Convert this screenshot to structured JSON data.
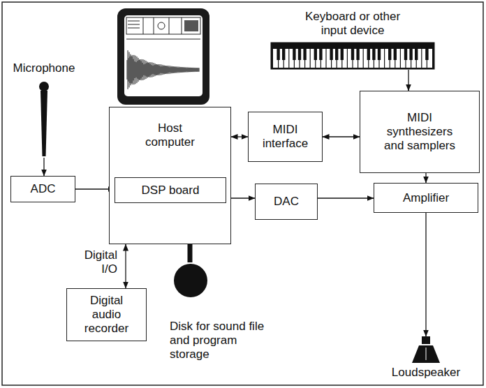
{
  "diagram": {
    "nodes": [
      {
        "text": [
          "Keyboard or other input device"
        ]
      },
      {
        "text": [
          "Microphone"
        ]
      },
      {
        "text": [
          "Host computer"
        ]
      },
      {
        "text": [
          "DSP board"
        ],
        "in": 2
      },
      {
        "text": [
          "MIDI interface"
        ]
      },
      {
        "text": [
          "MIDI synthesizers and samplers"
        ]
      },
      {
        "text": [
          "ADC"
        ]
      },
      {
        "text": [
          "DAC"
        ]
      },
      {
        "text": [
          "Amplifier"
        ]
      },
      {
        "text": [
          "Digital audio recorder"
        ]
      },
      {
        "text": [
          "Disk for sound file and program storage"
        ]
      },
      {
        "text": [
          "Loudspeaker"
        ]
      }
    ],
    "edges": [
      {
        "from": 0,
        "to": 5,
        "arrow": "to"
      },
      {
        "from": 1,
        "to": 6,
        "arrow": "to"
      },
      {
        "from": 6,
        "to": 3,
        "arrow": "to"
      },
      {
        "from": 2,
        "to": 4,
        "arrow": "both"
      },
      {
        "from": 4,
        "to": 5,
        "arrow": "both"
      },
      {
        "from": 5,
        "to": 8,
        "arrow": "to"
      },
      {
        "from": 3,
        "to": 7,
        "arrow": "to"
      },
      {
        "from": 7,
        "to": 8,
        "arrow": "to"
      },
      {
        "from": 2,
        "to": 9,
        "label": "Digital I/O",
        "arrow": "both"
      },
      {
        "from": 8,
        "to": 11,
        "arrow": "to"
      },
      {
        "from": 2,
        "to": 10,
        "arrow": "none"
      }
    ]
  }
}
